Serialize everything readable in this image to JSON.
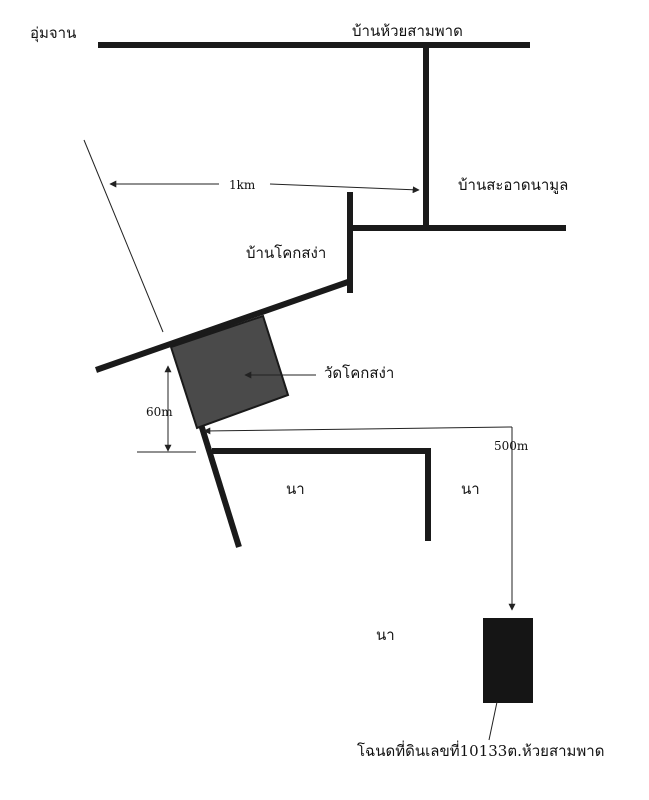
{
  "labels": {
    "um_chan": "อุ่มจาน",
    "ban_huai_sam_phat": "บ้านห้วยสามพาด",
    "ban_sa_at_na_mun": "บ้านสะอาดนามูล",
    "ban_khok_sa_nga": "บ้านโคกสง่า",
    "wat_khok_sa_nga": "วัดโคกสง่า",
    "distance_1km": "1km",
    "distance_60m": "60m",
    "distance_500m": "500m",
    "field_1": "นา",
    "field_2": "นา",
    "field_3": "นา",
    "title_deed": "โฉนดที่ดินเลขที่10133ต.ห้วยสามพาด"
  },
  "colors": {
    "road": "#1a1a1a",
    "temple_fill": "#4a4a4a",
    "land_plot_fill": "#151515",
    "annotation_line": "#222222"
  }
}
